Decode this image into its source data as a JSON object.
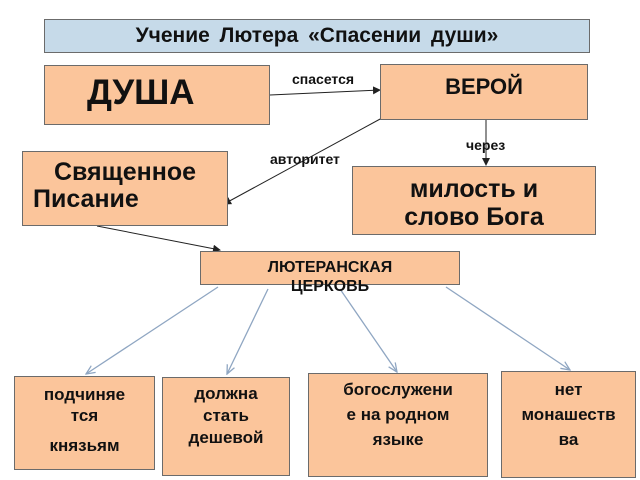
{
  "title": "Учение  Лютера  «Спасении души»",
  "nodes": {
    "soul": "ДУША",
    "faith": "ВЕРОЙ",
    "scripture_line1": "Священное",
    "scripture_line2": "Писание",
    "grace_line1": "милость и",
    "grace_line2": "слово Бога",
    "church_line1": "ЛЮТЕРАНСКАЯ",
    "church_line2": "ЦЕРКОВЬ",
    "princes_line1": "подчиняе",
    "princes_line2": "тся",
    "princes_line3": "князьям",
    "cheap_line1": "должна",
    "cheap_line2": "стать",
    "cheap_line3": "дешевой",
    "service_line1": "богослужени",
    "service_line2": "е на родном",
    "service_line3": "языке",
    "monk_line1": "нет",
    "monk_line2": "монашеств",
    "monk_line3": "ва"
  },
  "edges": {
    "saved": "спасется",
    "authority": "авторитет",
    "through": "через"
  },
  "colors": {
    "box_fill": "#fbc59b",
    "title_fill": "#c6dae9",
    "arrow_dark": "#222222",
    "arrow_light": "#8fa6c2"
  }
}
